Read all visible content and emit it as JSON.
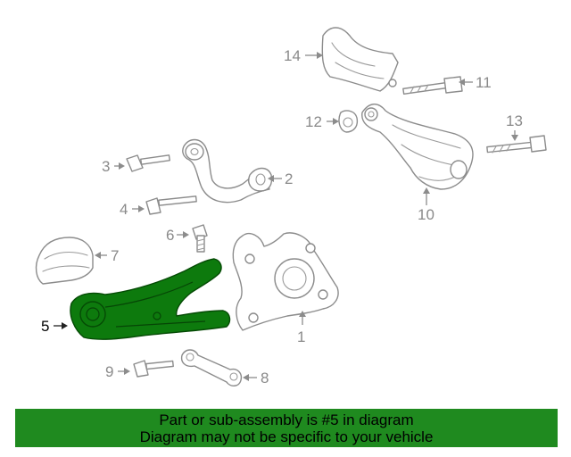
{
  "diagram": {
    "callouts": {
      "c1": "1",
      "c2": "2",
      "c3": "3",
      "c4": "4",
      "c5": "5",
      "c6": "6",
      "c7": "7",
      "c8": "8",
      "c9": "9",
      "c10": "10",
      "c11": "11",
      "c12": "12",
      "c13": "13",
      "c14": "14"
    },
    "highlighted_part": "5",
    "highlight_color": "#0d7a0d"
  },
  "banner": {
    "line1": "Part or sub-assembly is #5 in diagram",
    "line2": "Diagram may not be specific to your vehicle",
    "background_color": "#1f8a1f"
  }
}
